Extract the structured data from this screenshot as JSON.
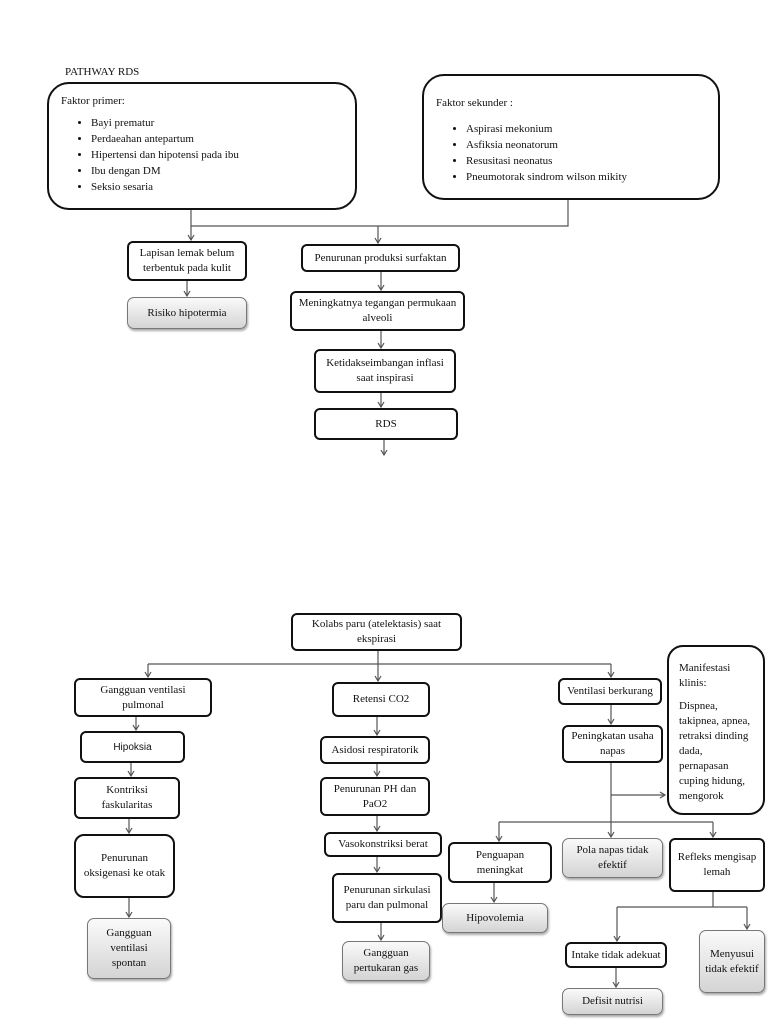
{
  "title": "PATHWAY RDS",
  "primary": {
    "heading": "Faktor primer:",
    "items": [
      "Bayi prematur",
      "Perdaeahan antepartum",
      "Hipertensi dan hipotensi pada ibu",
      "Ibu dengan DM",
      "Seksio sesaria"
    ]
  },
  "secondary": {
    "heading": "Faktor sekunder :",
    "items": [
      "Aspirasi mekonium",
      "Asfiksia neonatorum",
      "Resusitasi neonatus",
      "Pneumotorak sindrom wilson mikity"
    ]
  },
  "nodes": {
    "lapisan": "Lapisan lemak belum terbentuk pada kulit",
    "risiko": "Risiko hipotermia",
    "surfaktan": "Penurunan produksi surfaktan",
    "tegangan": "Meningkatnya tegangan permukaan alveoli",
    "inflasi": "Ketidakseimbangan inflasi saat inspirasi",
    "rds": "RDS",
    "kolabs": "Kolabs paru (atelektasis) saat ekspirasi",
    "gangguan_ventilasi": "Gangguan ventilasi pulmonal",
    "hipoksia": "Hipoksia",
    "kontriksi": "Kontriksi faskularitas",
    "oksigenasi": "Penurunan oksigenasi ke otak",
    "ventilasi_spontan": "Gangguan ventilasi spontan",
    "retensi": "Retensi CO2",
    "asidosi": "Asidosi respiratorik",
    "ph": "Penurunan PH dan PaO2",
    "vasokonstriksi": "Vasokonstriksi berat",
    "sirkulasi": "Penurunan sirkulasi paru dan pulmonal",
    "pertukaran_gas": "Gangguan pertukaran gas",
    "ventilasi_berkurang": "Ventilasi berkurang",
    "usaha_napas": "Peningkatan usaha napas",
    "manifestasi_heading": "Manifestasi klinis:",
    "manifestasi_body": "Dispnea, takipnea, apnea, retraksi dinding dada, pernapasan cuping hidung, mengorok",
    "penguapan": "Penguapan meningkat",
    "hipovolemia": "Hipovolemia",
    "pola_napas": "Pola napas tidak efektif",
    "refleks": "Refleks mengisap lemah",
    "intake": "Intake tidak adekuat",
    "defisit": "Defisit nutrisi",
    "menyusui": "Menyusui tidak efektif"
  }
}
